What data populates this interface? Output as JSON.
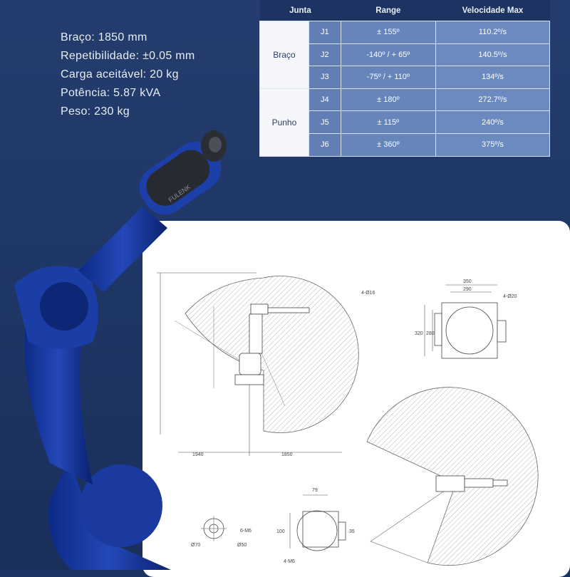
{
  "specs": [
    "Braço: 1850 mm",
    "Repetibilidade: ±0.05 mm",
    "Carga aceitável: 20 kg",
    "Potência: 5.87 kVA",
    "Peso: 230 kg"
  ],
  "table": {
    "headers": [
      "Junta",
      "Range",
      "Velocidade Max"
    ],
    "groups": [
      "Braço",
      "Punho"
    ],
    "rows": [
      {
        "joint": "J1",
        "range": "± 155º",
        "speed": "110.2º/s"
      },
      {
        "joint": "J2",
        "range": "-140º / + 65º",
        "speed": "140.5º/s"
      },
      {
        "joint": "J3",
        "range": "-75º / + 110º",
        "speed": "134º/s"
      },
      {
        "joint": "J4",
        "range": "± 180º",
        "speed": "272.7º/s"
      },
      {
        "joint": "J5",
        "range": "± 115º",
        "speed": "240º/s"
      },
      {
        "joint": "J6",
        "range": "± 360º",
        "speed": "375º/s"
      }
    ]
  },
  "robot_brand": "FULENK",
  "drawing_labels": {
    "dim_1940": "1940",
    "dim_1850": "1850",
    "dim_350": "350",
    "dim_290": "290",
    "dim_320": "320",
    "dim_280": "280",
    "holes_a": "4-Ø16",
    "holes_b": "4-Ø20",
    "dim_79": "79",
    "dim_100": "100",
    "dim_35": "35",
    "holes_c": "4-M6",
    "flange_phi70": "Ø70",
    "flange_phi50": "Ø50",
    "flange_holes": "6-M6"
  }
}
